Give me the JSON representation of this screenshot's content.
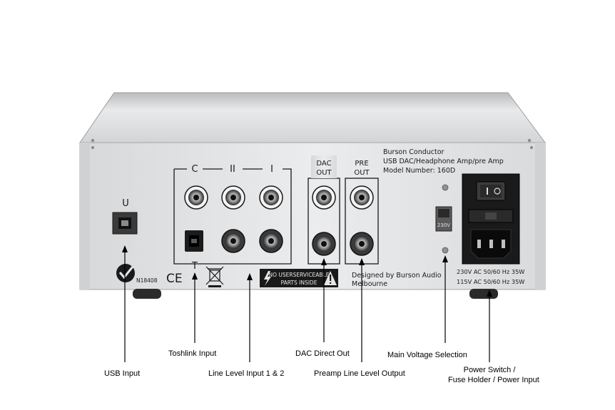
{
  "panel": {
    "brand_lines": [
      "Burson Conductor",
      "USB DAC/Headphone Amp/pre Amp",
      "Model Number: 160D"
    ],
    "group_labels": {
      "c": "C",
      "ii": "II",
      "i": "I",
      "dac_out_1": "DAC",
      "dac_out_2": "OUT",
      "pre_out_1": "PRE",
      "pre_out_2": "OUT",
      "usb": "U",
      "toslink": "T"
    },
    "warning_lines": [
      "NO USERSERVICEABLE",
      "PARTS INSIDE"
    ],
    "designed_lines": [
      "Designed by Burson Audio",
      "Melbourne"
    ],
    "voltage_lines": [
      "230V AC 50/60 Hz 35W",
      "115V AC 50/60 Hz 35W"
    ],
    "voltage_switch": "230V",
    "cert_code": "N18408",
    "ce_mark": "CE"
  },
  "callouts": {
    "usb": "USB Input",
    "toslink": "Toshlink Input",
    "line_in": "Line Level Input 1 & 2",
    "dac_direct": "DAC Direct Out",
    "preamp_out": "Preamp Line Level Output",
    "voltage": "Main Voltage Selection",
    "power_lines": [
      "Power Switch /",
      "Fuse Holder / Power Input"
    ]
  },
  "colors": {
    "chassis": "#d9dadb",
    "faceplate": "#e6e7e8",
    "ink": "#1a1a1a"
  }
}
